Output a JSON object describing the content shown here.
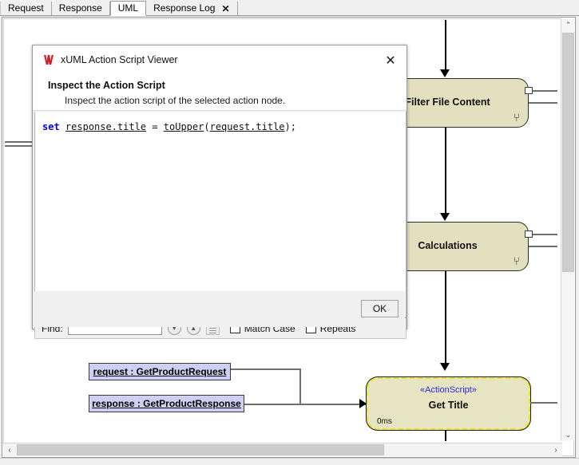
{
  "window": {
    "tabs": [
      {
        "label": "Request",
        "active": false,
        "closable": false
      },
      {
        "label": "Response",
        "active": false,
        "closable": false
      },
      {
        "label": "UML",
        "active": true,
        "closable": false
      },
      {
        "label": "Response Log",
        "active": false,
        "closable": true,
        "close_glyph": "✕"
      }
    ]
  },
  "dialog": {
    "logo_glyph": "☰",
    "title": "xUML Action Script Viewer",
    "close_glyph": "✕",
    "heading": "Inspect the Action Script",
    "subtitle": "Inspect the action script of the selected action node.",
    "code": {
      "keyword": "set",
      "target": "response.title",
      "operator": "=",
      "function": "toUpper",
      "open_paren": "(",
      "argument": "request.title",
      "close_paren": ")",
      "terminator": ";"
    },
    "find": {
      "label": "Find:",
      "value": "",
      "placeholder": "",
      "find_next_glyph": "▼",
      "find_prev_glyph": "▲",
      "match_case_label": "Match Case",
      "match_case_checked": false,
      "repeats_label": "Repeats",
      "repeats_checked": false
    },
    "ok_label": "OK"
  },
  "diagram": {
    "nodes": [
      {
        "label": "Filter File Content",
        "kind": "action",
        "time": ""
      },
      {
        "label": "Calculations",
        "kind": "action",
        "time": ""
      },
      {
        "label": "Get Title",
        "kind": "actionscript",
        "stereotype": "«ActionScript»",
        "time": "0ms",
        "selected": true
      }
    ],
    "objects": [
      {
        "label": "request : GetProductRequest"
      },
      {
        "label": "response : GetProductResponse"
      }
    ],
    "pin_icon_glyph": "⑂"
  },
  "scrollbars": {
    "vertical": {
      "up_glyph": "⌃",
      "down_glyph": "⌄"
    },
    "horizontal": {
      "left_glyph": "‹",
      "right_glyph": "›"
    }
  },
  "colors": {
    "node_fill": "#e2e0bf",
    "selected_border": "#f2e600",
    "object_fill": "#cfcff2",
    "stereotype_text": "#2a2ad0",
    "keyword": "#0000e0",
    "logo": "#cc2027"
  }
}
